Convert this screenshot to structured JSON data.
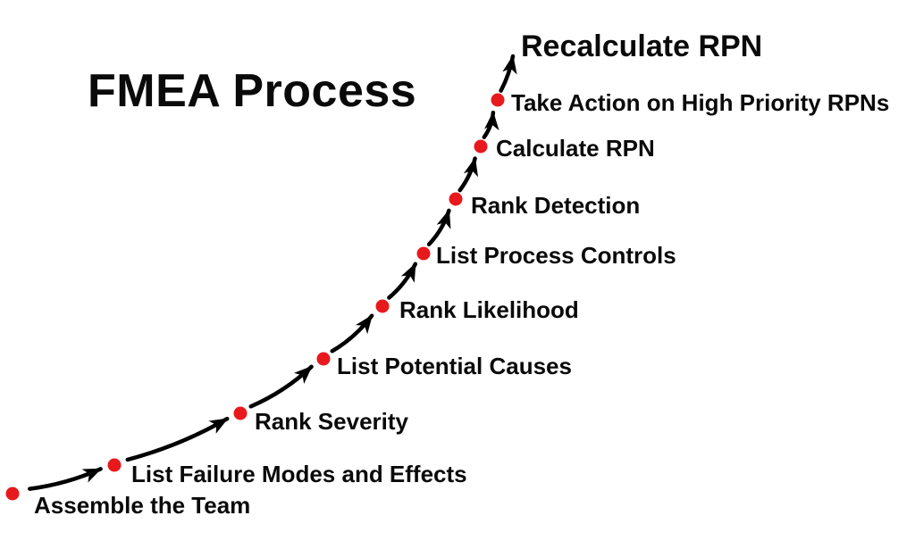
{
  "title": "FMEA Process",
  "colors": {
    "background": "#ffffff",
    "line": "#000000",
    "dot": "#e8191c",
    "text": "#0a0a0a"
  },
  "steps": [
    {
      "label": "Assemble the Team"
    },
    {
      "label": "List Failure Modes and Effects"
    },
    {
      "label": "Rank Severity"
    },
    {
      "label": "List Potential Causes"
    },
    {
      "label": "Rank Likelihood"
    },
    {
      "label": "List Process Controls"
    },
    {
      "label": "Rank Detection"
    },
    {
      "label": "Calculate RPN"
    },
    {
      "label": "Take Action on High Priority RPNs"
    },
    {
      "label": "Recalculate RPN"
    }
  ]
}
